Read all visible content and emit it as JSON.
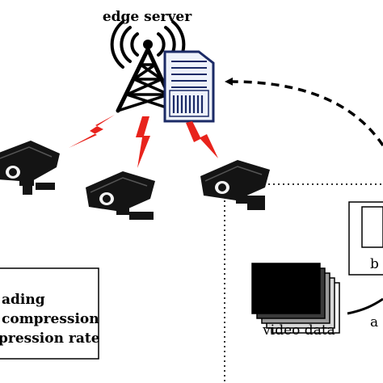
{
  "diagram": {
    "server_label": "edge server",
    "video_data_label": "video data",
    "legend_lines": [
      "ading",
      "compression",
      "pression rate"
    ],
    "partial_labels": {
      "box_right": "b",
      "arrow_right": "a"
    },
    "colors": {
      "lightning": "#e8231c",
      "ink": "#000000",
      "server_fill": "#eef2fb",
      "server_stroke": "#1b2a66",
      "camera_body": "#141414"
    }
  }
}
